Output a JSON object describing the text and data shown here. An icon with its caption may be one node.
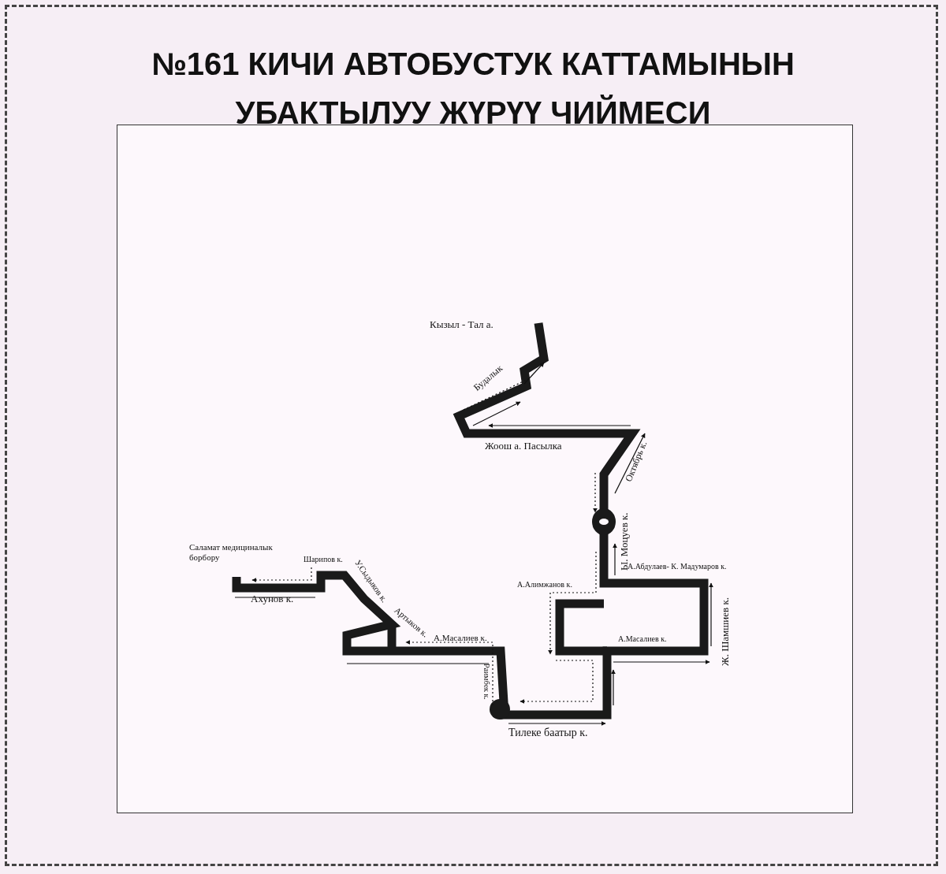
{
  "diagram": {
    "title": "№161 КИЧИ АВТОБУСТУК КАТТАМЫНЫН УБАКТЫЛУУ ЖҮРҮҮ ЧИЙМЕСИ",
    "labels": [
      "Кызыл - Тал а.",
      "Будалык",
      "Жоош а. Пасылка",
      "Октябрь к.",
      "Ы. Моцуев к.",
      "А.Абдулаев- К. Мадумаров к.",
      "Саламат медициналык борбору",
      "Шарипов к.",
      "У.Сыдыков к.",
      "А.Алимжанов к.",
      "Ж. Шамшиев к.",
      "Ахунов к.",
      "Артыков к.",
      "А.Масалиев к.",
      "А.Масалиев к.",
      "Раимбек к.",
      "Тилеке баатыр к."
    ]
  }
}
